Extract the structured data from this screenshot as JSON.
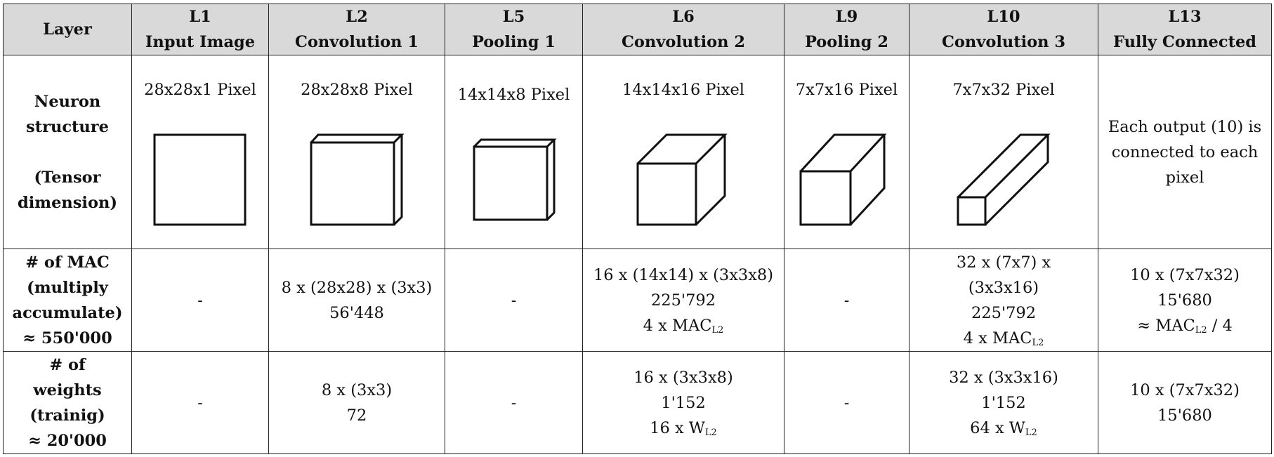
{
  "header": {
    "layer": "Layer",
    "columns": [
      {
        "id": "L1",
        "name": "Input Image"
      },
      {
        "id": "L2",
        "name": "Convolution 1"
      },
      {
        "id": "L5",
        "name": "Pooling 1"
      },
      {
        "id": "L6",
        "name": "Convolution 2"
      },
      {
        "id": "L9",
        "name": "Pooling 2"
      },
      {
        "id": "L10",
        "name": "Convolution 3"
      },
      {
        "id": "L13",
        "name": "Fully Connected"
      }
    ]
  },
  "rows": {
    "neuron": {
      "label_1": "Neuron",
      "label_2": "structure",
      "label_3": "(Tensor",
      "label_4": "dimension)",
      "dims": [
        "28x28x1 Pixel",
        "28x28x8 Pixel",
        "14x14x8 Pixel",
        "14x14x16 Pixel",
        "7x7x16 Pixel",
        "7x7x32 Pixel"
      ],
      "fc_1": "Each output (10) is",
      "fc_2": "connected to each",
      "fc_3": "pixel"
    },
    "mac": {
      "label_1": "# of MAC",
      "label_2": "(multiply",
      "label_3": "accumulate)",
      "label_4": "≈ 550'000",
      "l1": "-",
      "l2_1": "8 x (28x28) x (3x3)",
      "l2_2": "56'448",
      "l5": "-",
      "l6_1": "16 x (14x14) x (3x3x8)",
      "l6_2": "225'792",
      "l6_3": "4 x MAC",
      "l6_3_sub": "L2",
      "l9": "-",
      "l10_1": "32 x (7x7) x",
      "l10_2": "(3x3x16)",
      "l10_3": "225'792",
      "l10_4": "4 x MAC",
      "l10_4_sub": "L2",
      "l13_1": "10 x (7x7x32)",
      "l13_2": "15'680",
      "l13_3a": "≈ MAC",
      "l13_3_sub": "L2",
      "l13_3b": " / 4"
    },
    "weights": {
      "label_1": "# of",
      "label_2": "weights",
      "label_3": "(trainig)",
      "label_4": "≈ 20'000",
      "l1": "-",
      "l2_1": "8 x (3x3)",
      "l2_2": "72",
      "l5": "-",
      "l6_1": "16 x (3x3x8)",
      "l6_2": "1'152",
      "l6_3": "16 x W",
      "l6_3_sub": "L2",
      "l9": "-",
      "l10_1": "32 x (3x3x16)",
      "l10_2": "1'152",
      "l10_3": "64 x W",
      "l10_3_sub": "L2",
      "l13_1": "10 x (7x7x32)",
      "l13_2": "15'680"
    }
  }
}
